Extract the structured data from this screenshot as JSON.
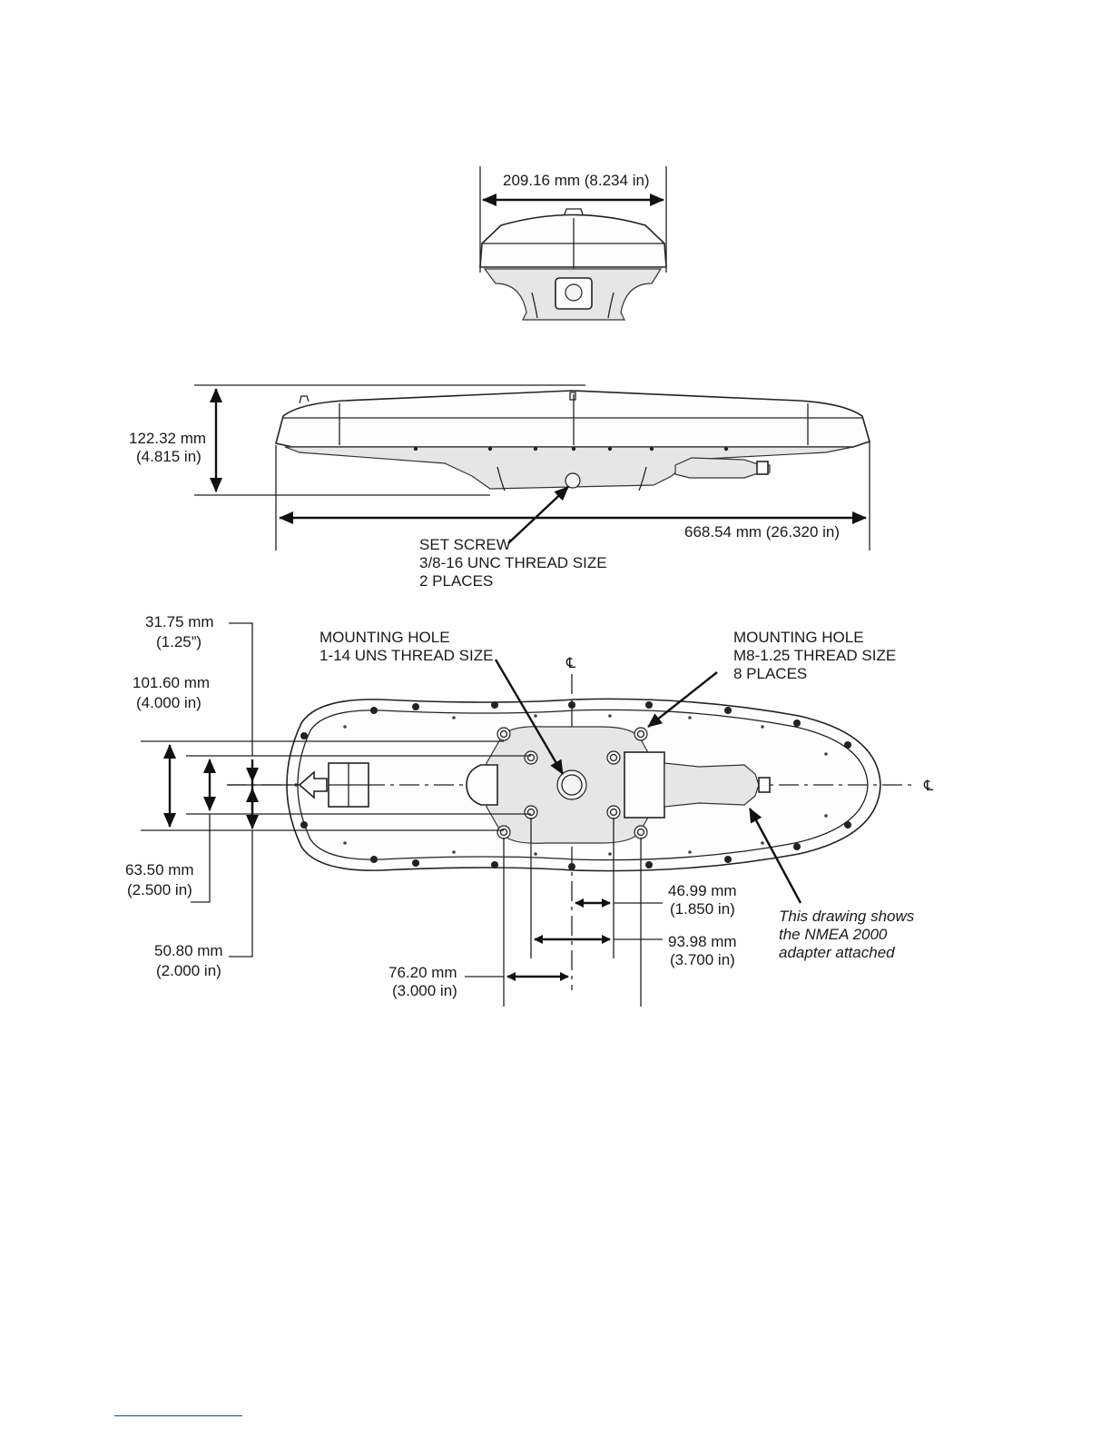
{
  "front_view": {
    "width_dim": "209.16 mm (8.234 in)"
  },
  "side_view": {
    "height_dim_mm": "122.32 mm",
    "height_dim_in": "(4.815 in)",
    "length_dim": "668.54 mm (26.320 in)",
    "set_screw_callout": [
      "SET SCREW",
      "3/8-16 UNC THREAD SIZE",
      "2 PLACES"
    ]
  },
  "bottom_view": {
    "centerline_symbol": "℄",
    "mounting_hole_center_callout": [
      "MOUNTING HOLE",
      "1-14 UNS THREAD SIZE"
    ],
    "mounting_hole_m8_callout": [
      "MOUNTING HOLE",
      "M8-1.25 THREAD SIZE",
      "8 PLACES"
    ],
    "dim_31_75": [
      "31.75 mm",
      "(1.25”)"
    ],
    "dim_101_60": [
      "101.60 mm",
      "(4.000 in)"
    ],
    "dim_63_50": [
      "63.50 mm",
      "(2.500 in)"
    ],
    "dim_50_80": [
      "50.80 mm",
      "(2.000 in)"
    ],
    "dim_46_99": [
      "46.99 mm",
      "(1.850 in)"
    ],
    "dim_93_98": [
      "93.98 mm",
      "(3.700 in)"
    ],
    "dim_76_20": [
      "76.20 mm",
      "(3.000 in)"
    ],
    "note": [
      "This drawing shows",
      "the NMEA 2000",
      "adapter attached"
    ]
  }
}
